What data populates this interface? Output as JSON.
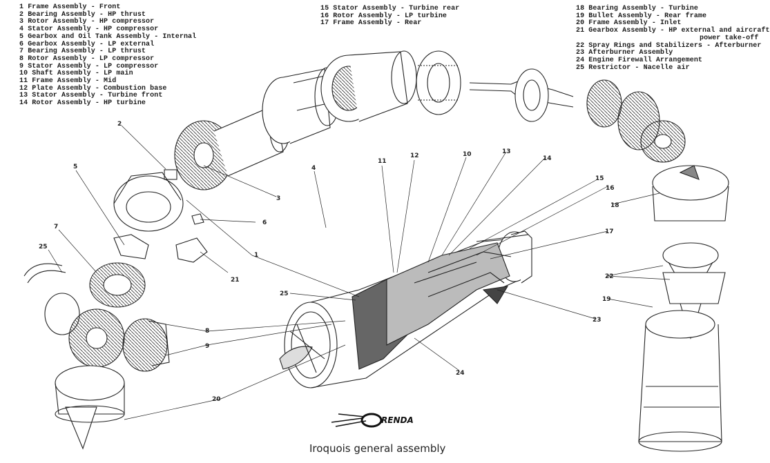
{
  "legend": {
    "left": [
      "1  Frame Assembly - Front",
      "2  Bearing Assembly - HP thrust",
      "3  Rotor Assembly - HP compressor",
      "4  Stator Assembly - HP compressor",
      "5  Gearbox and Oil Tank Assembly - Internal",
      "6  Gearbox Assembly - LP external",
      "7  Bearing Assembly - LP thrust",
      "8  Rotor Assembly - LP compressor",
      "9  Stator Assembly - LP compressor",
      "10  Shaft Assembly - LP main",
      "11  Frame Assembly - Mid",
      "12  Plate Assembly - Combustion base",
      "13  Stator Assembly - Turbine front",
      "14  Rotor Assembly - HP turbine"
    ],
    "middle": [
      "15  Stator Assembly - Turbine rear",
      "16  Rotor Assembly - LP turbine",
      "17  Frame Assembly - Rear"
    ],
    "right": [
      "18  Bearing Assembly - Turbine",
      "19  Bullet Assembly - Rear frame",
      "20  Frame Assembly - Inlet",
      "21  Gearbox Assembly - HP external and aircraft",
      "power take-off",
      "22  Spray Rings and Stabilizers - Afterburner",
      "23  Afterburner Assembly",
      "24  Engine Firewall Arrangement",
      "25  Restrictor - Nacelle air"
    ]
  },
  "callouts": [
    "1",
    "2",
    "3",
    "4",
    "5",
    "6",
    "7",
    "8",
    "9",
    "10",
    "11",
    "12",
    "13",
    "14",
    "15",
    "16",
    "17",
    "18",
    "19",
    "20",
    "21",
    "22",
    "23",
    "24",
    "25"
  ],
  "logo": {
    "text": "RENDA"
  },
  "caption": "Iroquois general assembly"
}
